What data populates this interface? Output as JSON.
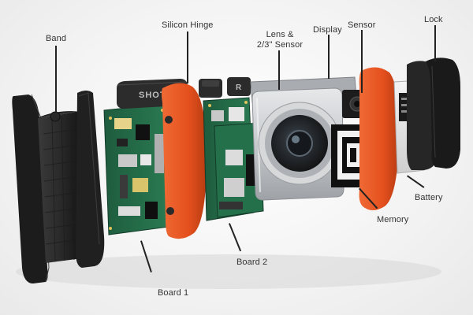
{
  "labels": {
    "band": "Band",
    "silicon_hinge": "Silicon Hinge",
    "lens_line1": "Lens &",
    "lens_line2": "2/3\" Sensor",
    "display": "Display",
    "sensor": "Sensor",
    "lock": "Lock",
    "battery": "Battery",
    "memory": "Memory",
    "board1": "Board 1",
    "board2": "Board 2"
  },
  "buttons": {
    "shot": "SHOT",
    "r": "R"
  },
  "colors": {
    "hinge_orange": "#e8501f",
    "pcb_green": "#1f6b45",
    "band_black": "#232323",
    "lens_silver": "#bfc3c6"
  }
}
